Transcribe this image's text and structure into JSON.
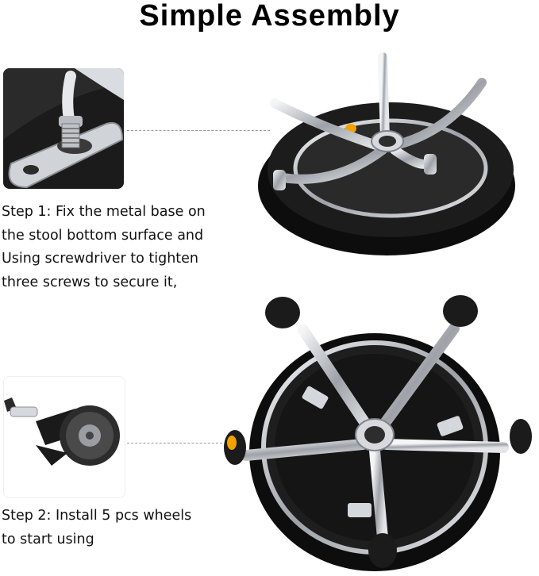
{
  "header": {
    "title": "Simple Assembly"
  },
  "steps": [
    {
      "text": "Step 1: Fix the metal base on\nthe stool bottom surface and\nUsing screwdriver to tighten\nthree screws to secure it,"
    },
    {
      "text": "Step 2: Install 5 pcs wheels\nto start using"
    }
  ],
  "colors": {
    "chrome": "#c9ccd1",
    "seat": "#121212",
    "accent": "#f2a100"
  },
  "icons": [
    "screw-detail-photo",
    "caster-wheel-photo",
    "metal-base-on-seat",
    "stool-with-wheels"
  ]
}
